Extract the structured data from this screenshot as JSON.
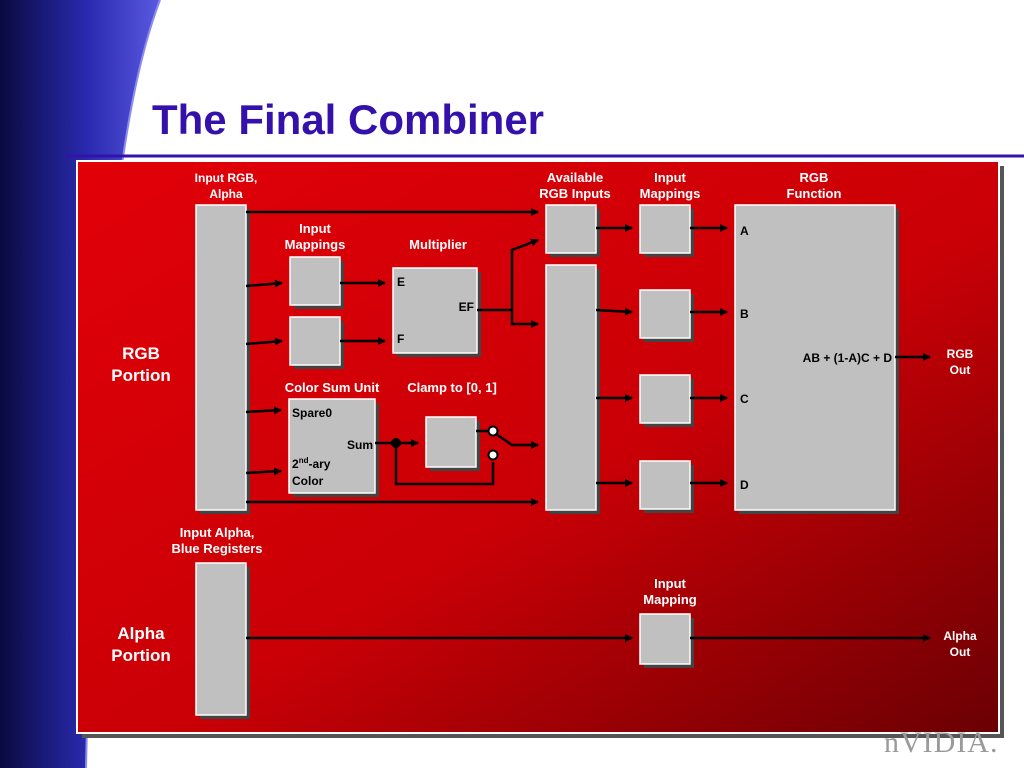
{
  "slide": {
    "title": "The Final Combiner",
    "logo_text": "nVIDIA."
  },
  "colors": {
    "accent": "#3311aa",
    "panel_red": "#e20008",
    "panel_dark": "#6a0003",
    "box_fill": "#c0c0c0",
    "line": "#000000",
    "label_text": "#ffffff"
  },
  "labels": {
    "input_rgb_alpha": [
      "Input RGB,",
      "Alpha"
    ],
    "input_mappings_left": [
      "Input",
      "Mappings"
    ],
    "multiplier": "Multiplier",
    "available_rgb_inputs": [
      "Available",
      "RGB Inputs"
    ],
    "input_mappings_right": [
      "Input",
      "Mappings"
    ],
    "rgb_function": [
      "RGB",
      "Function"
    ],
    "rgb_portion": [
      "RGB",
      "Portion"
    ],
    "color_sum_unit": "Color Sum Unit",
    "clamp": "Clamp to [0, 1]",
    "rgb_out": [
      "RGB",
      "Out"
    ],
    "input_alpha_blue": [
      "Input Alpha,",
      "Blue Registers"
    ],
    "input_mapping_alpha": [
      "Input",
      "Mapping"
    ],
    "alpha_portion": [
      "Alpha",
      "Portion"
    ],
    "alpha_out": [
      "Alpha",
      "Out"
    ]
  },
  "multiplier_box": {
    "in_e": "E",
    "in_f": "F",
    "out": "EF"
  },
  "color_sum_box": {
    "spare0": "Spare0",
    "sum": "Sum",
    "secondary_base": "2",
    "secondary_sup": "nd",
    "secondary_rest": "-ary",
    "color": "Color"
  },
  "function_box": {
    "a": "A",
    "b": "B",
    "c": "C",
    "d": "D",
    "formula": "AB + (1-A)C + D"
  }
}
